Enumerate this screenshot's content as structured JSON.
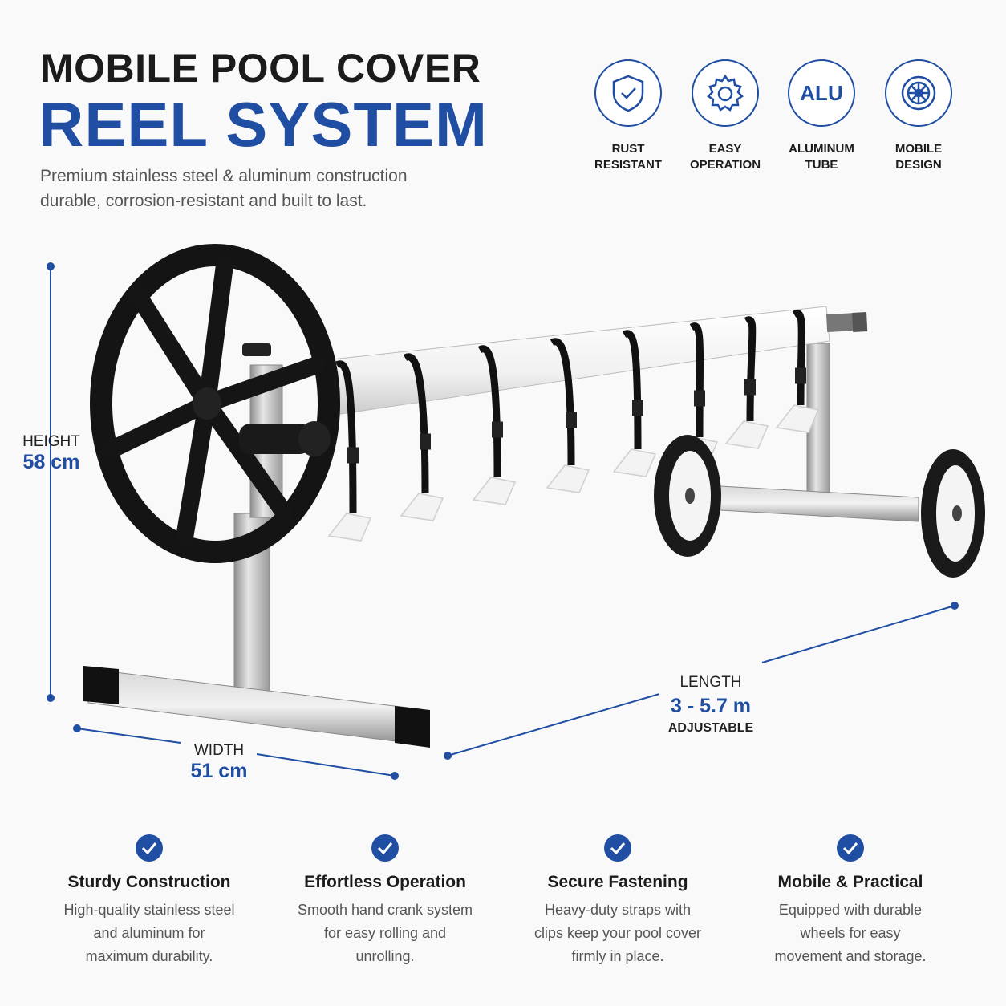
{
  "header": {
    "title_line1": "MOBILE POOL COVER",
    "title_line2": "REEL SYSTEM",
    "subtitle_line1": "Premium stainless steel & aluminum construction",
    "subtitle_line2": "durable, corrosion-resistant and built to last."
  },
  "features": [
    {
      "icon": "shield-check-icon",
      "line1": "RUST",
      "line2": "RESISTANT"
    },
    {
      "icon": "gear-icon",
      "line1": "EASY",
      "line2": "OPERATION"
    },
    {
      "icon": "alu-text-icon",
      "icon_text": "ALU",
      "line1": "ALUMINUM",
      "line2": "TUBE"
    },
    {
      "icon": "wheel-icon",
      "line1": "MOBILE",
      "line2": "DESIGN"
    }
  ],
  "dimensions": {
    "height": {
      "label": "HEIGHT",
      "value": "58 cm"
    },
    "width": {
      "label": "WIDTH",
      "value": "51 cm"
    },
    "length": {
      "label": "LENGTH",
      "value": "3 - 5.7 m",
      "note": "ADJUSTABLE"
    }
  },
  "benefits": [
    {
      "title": "Sturdy Construction",
      "l1": "High-quality stainless steel",
      "l2": "and aluminum for",
      "l3": "maximum durability."
    },
    {
      "title": "Effortless Operation",
      "l1": "Smooth hand crank system",
      "l2": "for easy rolling and",
      "l3": "unrolling."
    },
    {
      "title": "Secure Fastening",
      "l1": "Heavy-duty straps with",
      "l2": "clips keep your pool cover",
      "l3": "firmly in place."
    },
    {
      "title": "Mobile & Practical",
      "l1": "Equipped with durable",
      "l2": "wheels for easy",
      "l3": "movement and storage."
    }
  ],
  "colors": {
    "accent": "#1f4ea3",
    "dark": "#1b1b1b",
    "text_gray": "#555555"
  }
}
